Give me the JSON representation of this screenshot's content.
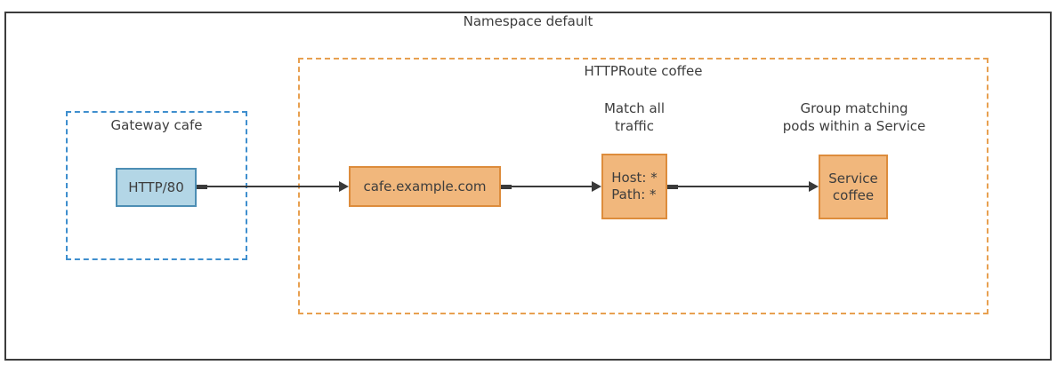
{
  "diagram": {
    "title": "Namespace default",
    "groups": {
      "gateway": {
        "label": "Gateway cafe"
      },
      "httproute": {
        "label": "HTTPRoute coffee"
      }
    },
    "nodes": {
      "listener": {
        "label": "HTTP/80"
      },
      "hostname": {
        "label": "cafe.example.com"
      },
      "match": {
        "line1": "Host: *",
        "line2": "Path: *"
      },
      "service": {
        "line1": "Service",
        "line2": "coffee"
      }
    },
    "annotations": {
      "match_note": {
        "line1": "Match all",
        "line2": "traffic"
      },
      "service_note": {
        "line1": "Group matching",
        "line2": "pods within a Service"
      }
    },
    "colors": {
      "blue_fill": "#b3d6e6",
      "blue_border": "#4d8eb4",
      "blue_dashed": "#3f8fce",
      "orange_fill": "#f1b77c",
      "orange_border": "#dd8c3c",
      "orange_dashed": "#e8a050",
      "arrow": "#3a3a3a",
      "text": "#3d3d3d",
      "frame": "#3c3c3c",
      "bg": "#ffffff"
    }
  }
}
